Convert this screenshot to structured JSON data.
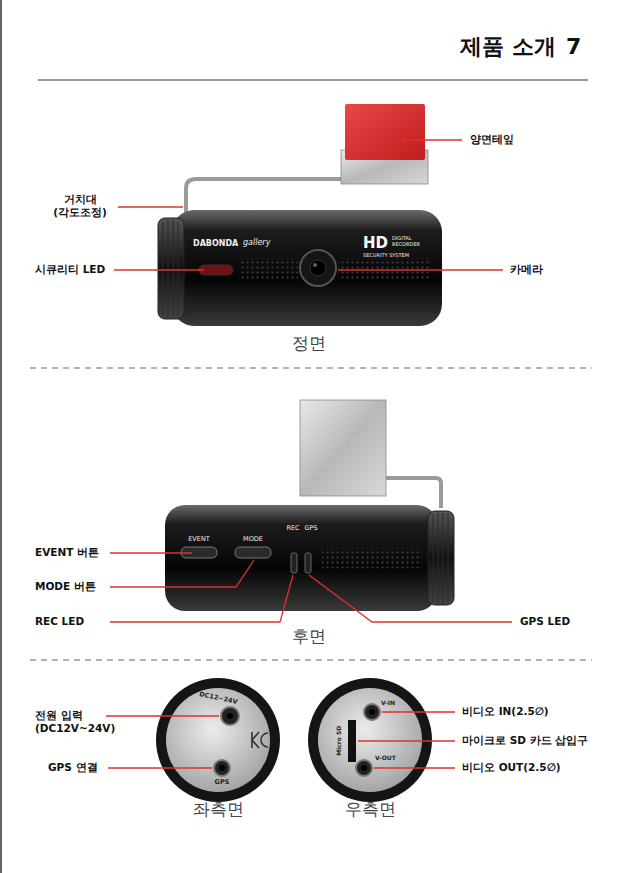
{
  "diagram": {
    "title": "제품 소개",
    "labels": [
      "7",
      "양면테잎",
      "거치대 (각도조정)",
      "DABONDA",
      "gallery",
      "HD",
      "DIGITAL",
      "RECORDER",
      "SECURITY SYSTEM",
      "시큐리티 LED",
      "카메라",
      "정면",
      "EVENT",
      "MODE",
      "REC",
      "GPS",
      "EVENT 버튼",
      "MODE 버튼",
      "REC LED",
      "GPS LED",
      "후면",
      "DC12~24V",
      "GPS",
      "전원 입력 (DC12V~24V)",
      "GPS 연결",
      "V-IN",
      "Micro SD",
      "V-OUT",
      "비디오 IN(2.5∅)",
      "마이크로 SD 카드 삽입구",
      "비디오 OUT(2.5∅)",
      "좌측면",
      "우측면"
    ]
  }
}
